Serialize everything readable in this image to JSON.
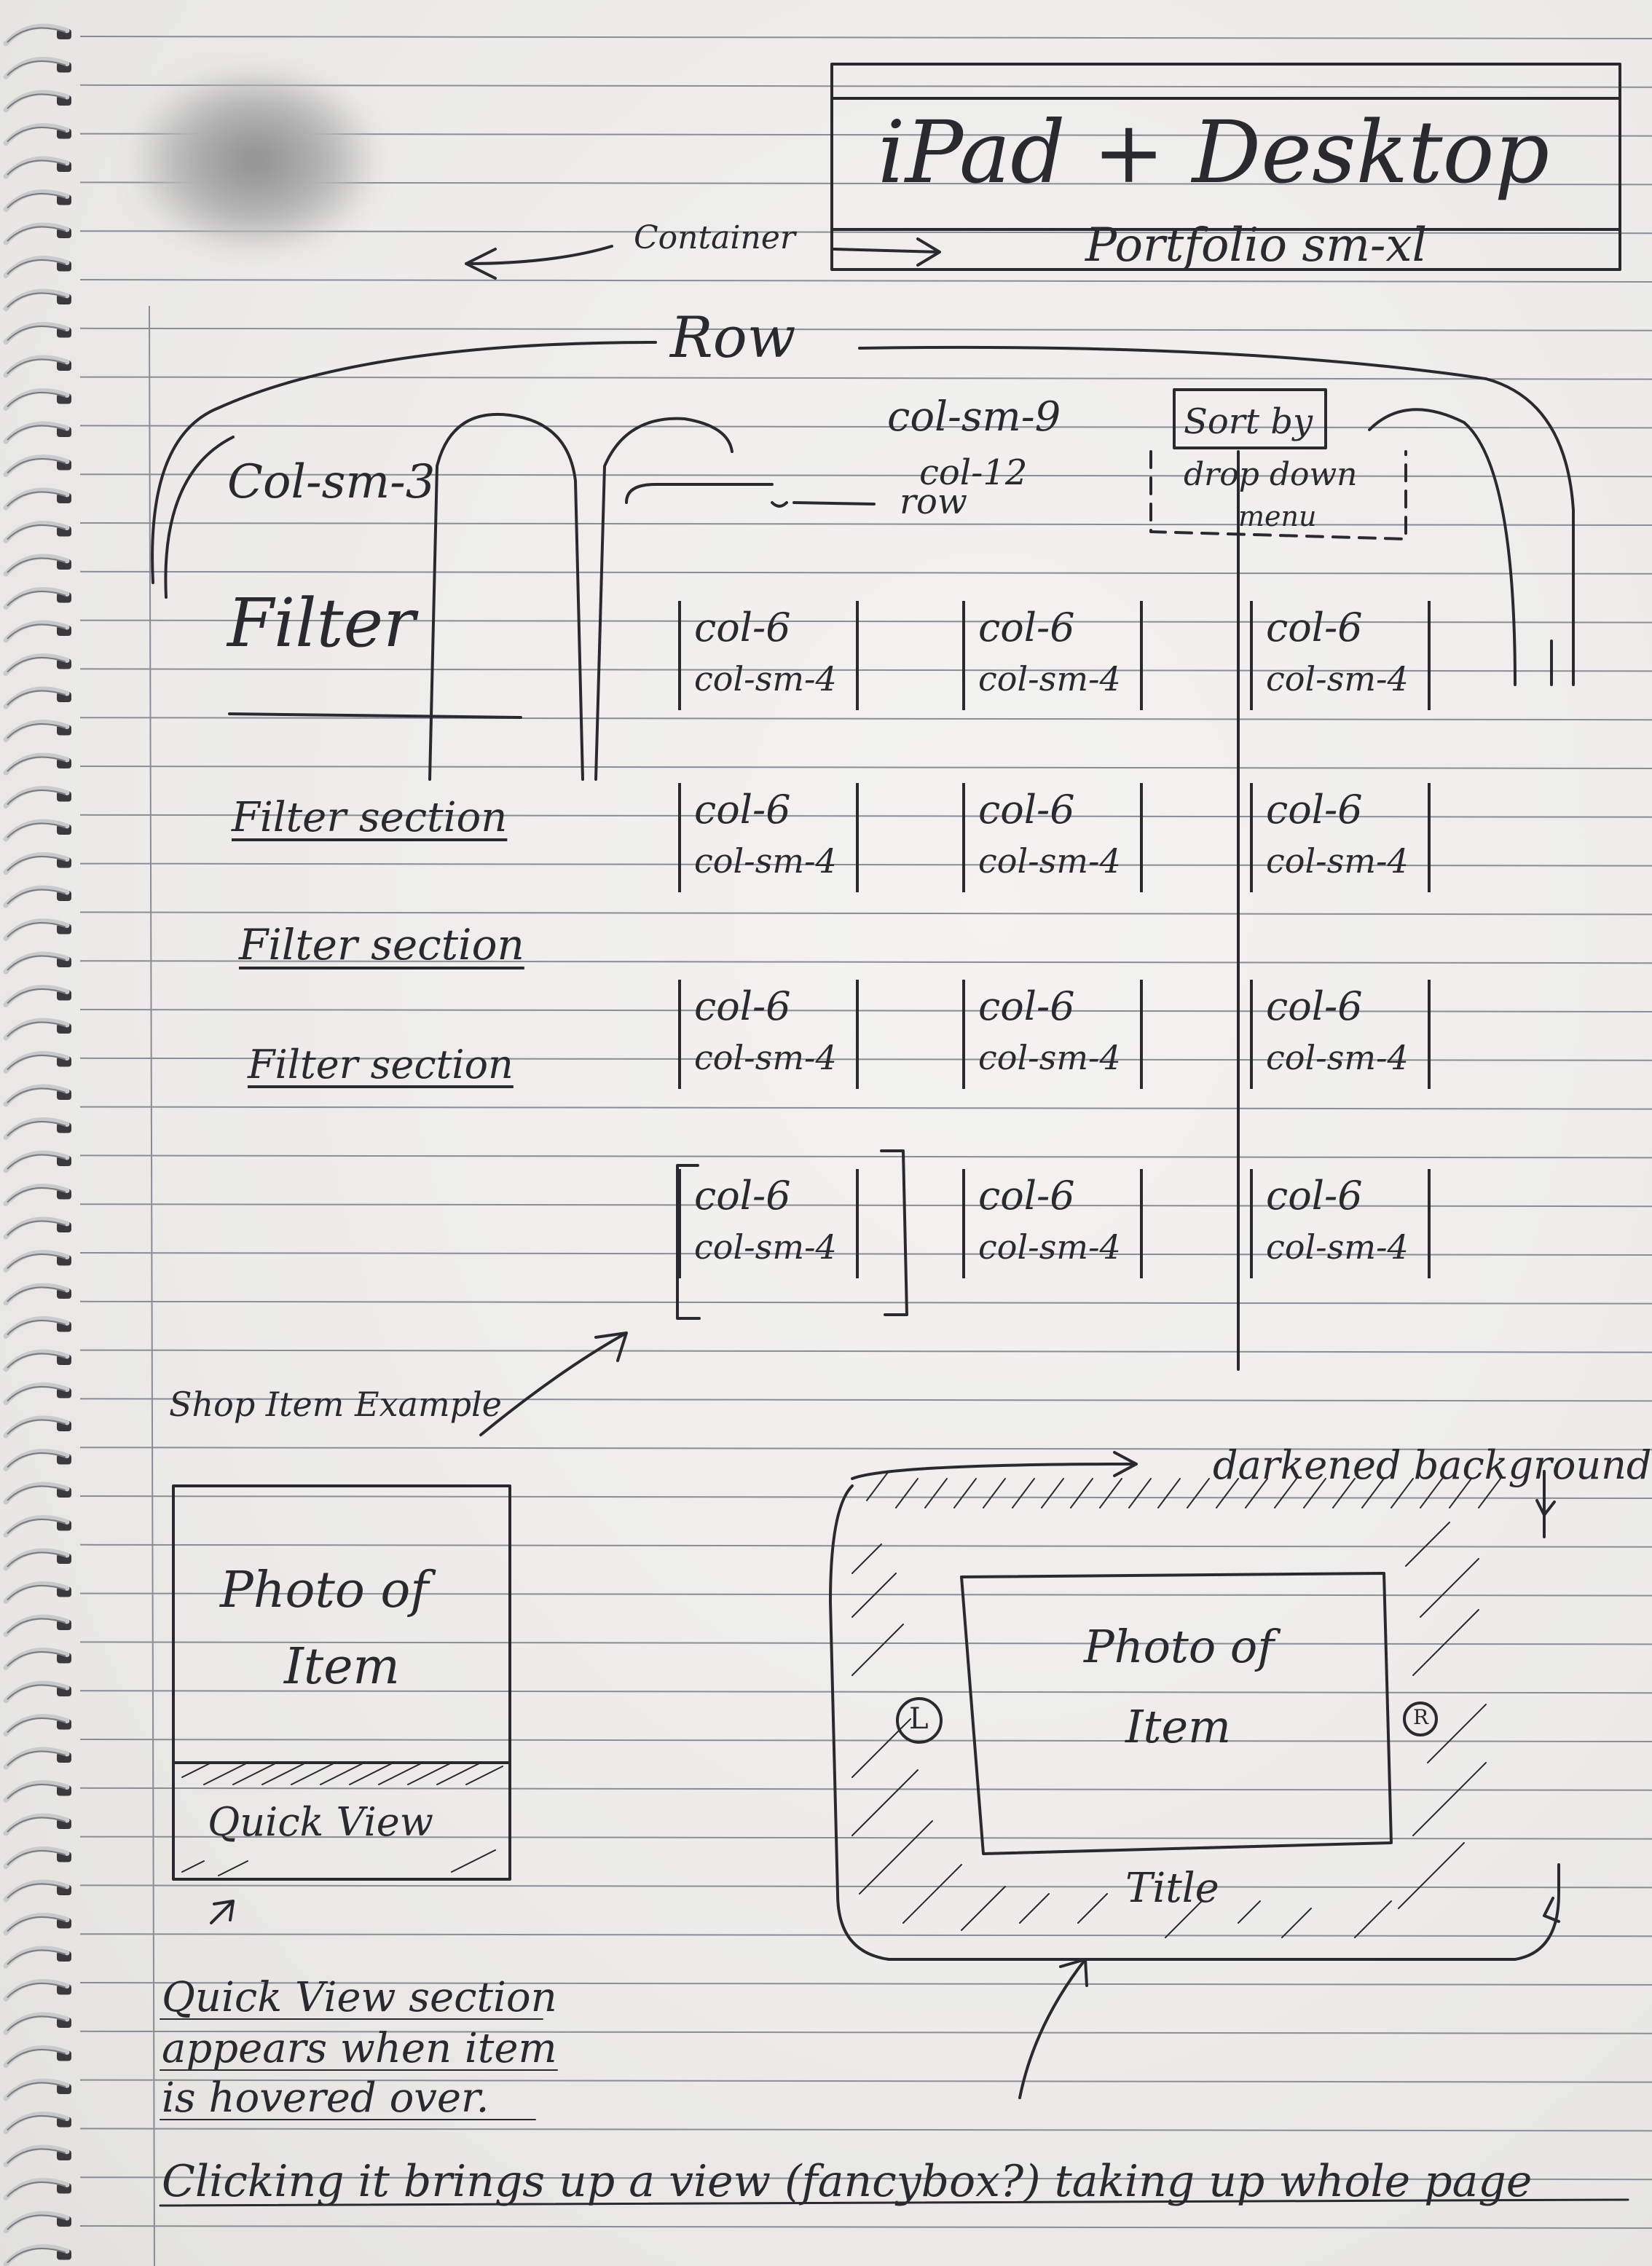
{
  "page": {
    "title_line1": "iPad + Desktop",
    "title_line2": "Portfolio sm-xl"
  },
  "layout_notes": {
    "container": "Container",
    "row": "Row",
    "col_sm_3": "Col-sm-3",
    "col_sm_9": "col-sm-9",
    "sort_by": "Sort by",
    "dropdown_line1": "drop down",
    "dropdown_line2": "menu",
    "col_12": "col-12",
    "inner_row": "row"
  },
  "filter": {
    "heading": "Filter",
    "sections": [
      "Filter section",
      "Filter section",
      "Filter section"
    ]
  },
  "grid": {
    "rows": [
      [
        [
          "col-6",
          "col-sm-4"
        ],
        [
          "col-6",
          "col-sm-4"
        ],
        [
          "col-6",
          "col-sm-4"
        ]
      ],
      [
        [
          "col-6",
          "col-sm-4"
        ],
        [
          "col-6",
          "col-sm-4"
        ],
        [
          "col-6",
          "col-sm-4"
        ]
      ],
      [
        [
          "col-6",
          "col-sm-4"
        ],
        [
          "col-6",
          "col-sm-4"
        ],
        [
          "col-6",
          "col-sm-4"
        ]
      ],
      [
        [
          "col-6",
          "col-sm-4"
        ],
        [
          "col-6",
          "col-sm-4"
        ],
        [
          "col-6",
          "col-sm-4"
        ]
      ]
    ]
  },
  "shop_item": {
    "label": "Shop Item Example",
    "photo_line1": "Photo of",
    "photo_line2": "Item",
    "quick_view": "Quick View"
  },
  "lightbox": {
    "background_label": "darkened background",
    "photo_line1": "Photo of",
    "photo_line2": "Item",
    "left": "L",
    "right": "R",
    "title": "Title"
  },
  "notes": {
    "line1": "Quick View section",
    "line2": "appears when item",
    "line3": "is hovered over.",
    "line4": "Clicking it brings up a view (fancybox?) taking up whole page"
  }
}
